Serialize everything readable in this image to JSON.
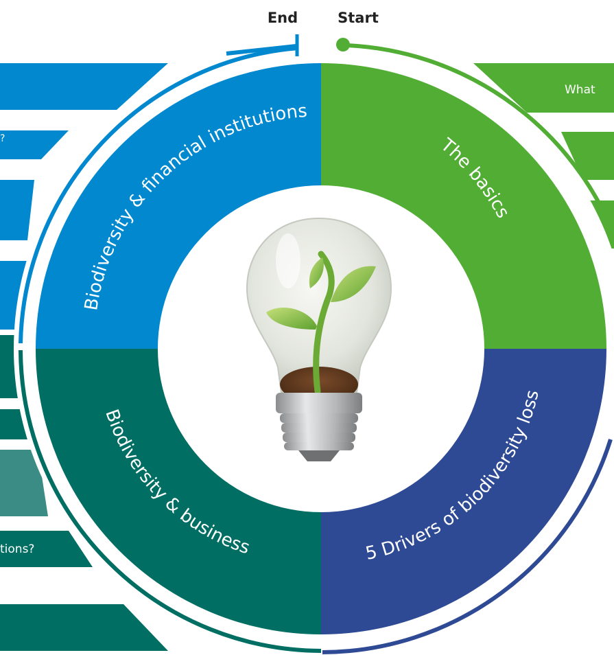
{
  "top": {
    "end_label": "End",
    "start_label": "Start"
  },
  "quadrants": {
    "basics": {
      "label": "The basics",
      "color": "#52ad35"
    },
    "drivers": {
      "label": "5 Drivers of biodiversity  loss",
      "color": "#2f4a94"
    },
    "business": {
      "label": "Biodiversity & business",
      "color": "#006e63"
    },
    "financial": {
      "label": "Biodiversity & financial institutions",
      "color": "#0288cf"
    }
  },
  "side_tabs": {
    "right_top": "What",
    "left_q": "?",
    "left_bottom": "tions?"
  },
  "colors": {
    "green": "#52ad35",
    "blue": "#0288cf",
    "teal": "#006e63",
    "teal_light": "#3b8c84",
    "navy": "#2f4a94"
  },
  "center_icon": "lightbulb-with-sprout-icon"
}
